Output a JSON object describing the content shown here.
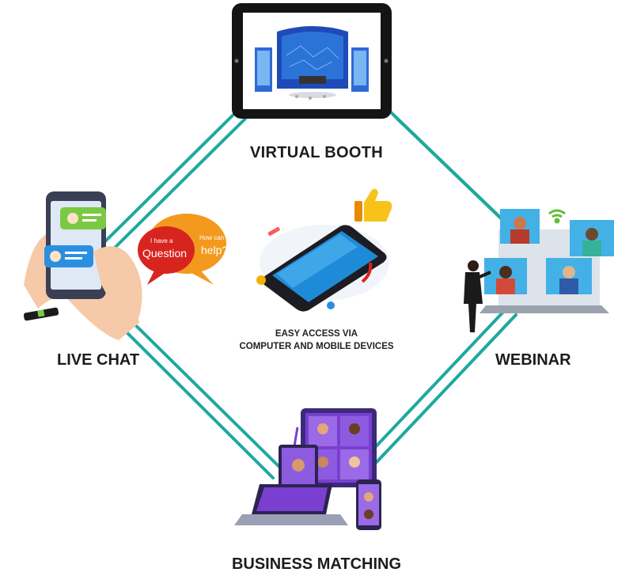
{
  "labels": {
    "virtual_booth": "VIRTUAL BOOTH",
    "live_chat": "LIVE CHAT",
    "webinar": "WEBINAR",
    "business_matching": "BUSINESS MATCHING"
  },
  "center": {
    "line1": "EASY ACCESS VIA",
    "line2": "COMPUTER AND MOBILE DEVICES"
  },
  "bubbles": {
    "question_small": "I have a",
    "question_big": "Question",
    "help_small": "How can I",
    "help_big": "help?"
  },
  "colors": {
    "connector": "#1fa8a0",
    "accent_blue": "#2a8fe0",
    "purple": "#7a3fd1",
    "red_bubble": "#d8241f",
    "orange_bubble": "#f39a1e"
  },
  "icons": {
    "booth": "tablet-virtual-booth-icon",
    "chat": "hand-phone-chat-icon",
    "webinar": "presenter-laptop-webinar-icon",
    "matching": "devices-video-grid-icon",
    "center": "smartphone-access-icon",
    "like": "thumbs-up-icon",
    "wifi": "wifi-icon"
  }
}
